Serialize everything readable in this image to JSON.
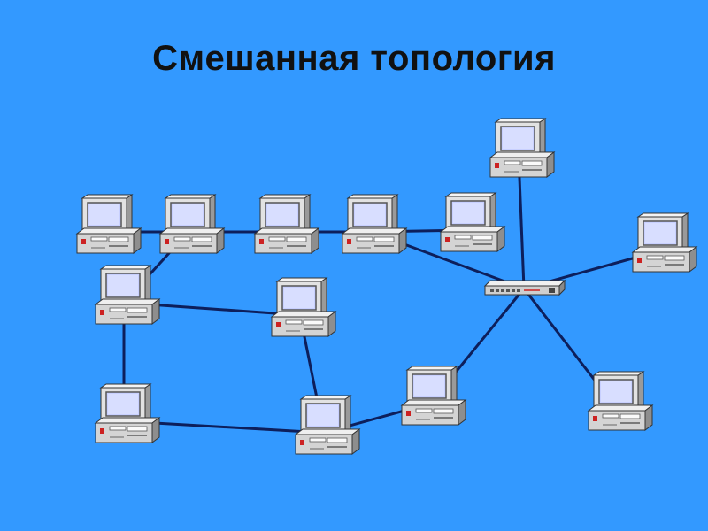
{
  "title": "Смешанная топология",
  "colors": {
    "background": "#3399ff",
    "link": "#0d1f5c",
    "case": "#d4d4d4",
    "screen": "#c8d0ff",
    "led": "#cc2222"
  },
  "diagram": {
    "nodes": [
      {
        "id": "pc1",
        "type": "computer"
      },
      {
        "id": "pc2",
        "type": "computer"
      },
      {
        "id": "pc3",
        "type": "computer"
      },
      {
        "id": "pc4",
        "type": "computer"
      },
      {
        "id": "pc5",
        "type": "computer"
      },
      {
        "id": "pc6",
        "type": "computer"
      },
      {
        "id": "pc7",
        "type": "computer"
      },
      {
        "id": "pc8",
        "type": "computer"
      },
      {
        "id": "pc9",
        "type": "computer"
      },
      {
        "id": "pc10",
        "type": "computer"
      },
      {
        "id": "pc11",
        "type": "computer"
      },
      {
        "id": "pc12",
        "type": "computer"
      },
      {
        "id": "pc13",
        "type": "computer"
      },
      {
        "id": "hub",
        "type": "hub"
      }
    ],
    "edges": [
      [
        "pc1",
        "pc2"
      ],
      [
        "pc2",
        "pc3"
      ],
      [
        "pc3",
        "pc4"
      ],
      [
        "pc4",
        "pc5"
      ],
      [
        "pc4",
        "hub"
      ],
      [
        "pc2",
        "pc6"
      ],
      [
        "pc6",
        "pc7"
      ],
      [
        "pc6",
        "pc8"
      ],
      [
        "pc7",
        "pc9"
      ],
      [
        "pc8",
        "pc9"
      ],
      [
        "pc9",
        "pc10"
      ],
      [
        "hub",
        "pc10"
      ],
      [
        "hub",
        "pc11"
      ],
      [
        "hub",
        "pc12"
      ],
      [
        "hub",
        "pc13"
      ]
    ]
  }
}
